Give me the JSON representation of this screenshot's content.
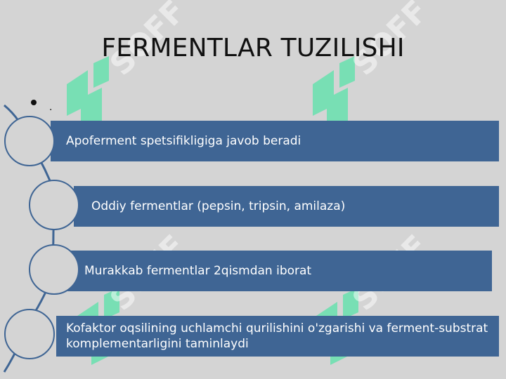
{
  "slide": {
    "title": "FERMENTLAR TUZILISHI",
    "bullet_text": ".",
    "items": [
      "Apoferment spetsifikligiga javob beradi",
      "Oddiy fermentlar (pepsin, tripsin, amilaza)",
      "Murakkab fermentlar 2qismdan iborat",
      "Kofaktor oqsilining uchlamchi qurilishini o'zgarishi va ferment-substrat komplementarligini taminlaydi"
    ]
  },
  "watermark": {
    "text": "SOFF",
    "color": "#2de89a"
  },
  "colors": {
    "background": "#d4d4d4",
    "bar": "#3f6594",
    "circle_border": "#3f6594"
  }
}
